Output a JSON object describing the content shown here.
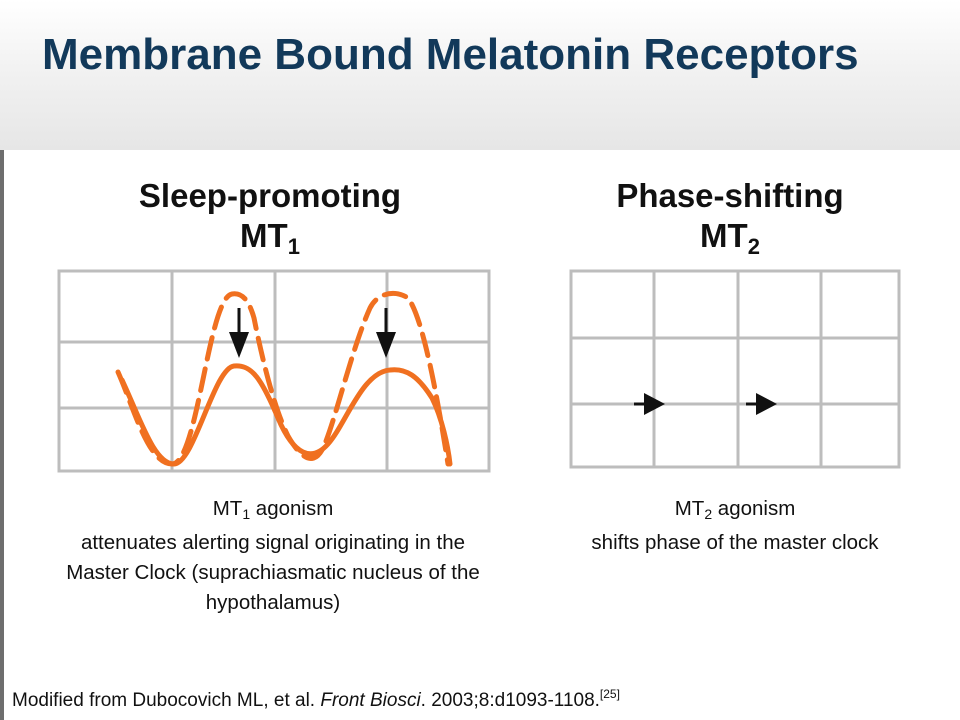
{
  "slide": {
    "title": "Membrane Bound Melatonin Receptors"
  },
  "panels": {
    "left": {
      "heading": "Sleep-promoting",
      "receptor": "MT",
      "receptor_sub": "1",
      "caption_agonism_prefix": "MT",
      "caption_agonism_sub": "1",
      "caption_agonism_suffix": " agonism",
      "caption_body": "attenuates alerting signal originating in the Master Clock (suprachiasmatic nucleus of the hypothalamus)"
    },
    "right": {
      "heading": "Phase-shifting",
      "receptor": "MT",
      "receptor_sub": "2",
      "caption_agonism_prefix": "MT",
      "caption_agonism_sub": "2",
      "caption_agonism_suffix": " agonism",
      "caption_body": "shifts phase of the master clock"
    }
  },
  "footer": {
    "prefix": "Modified from Dubocovich ML, et al. ",
    "journal": "Front Biosci",
    "details": ". 2003;8:d1093-1108.",
    "ref": "[25]"
  },
  "colors": {
    "title": "#12395a",
    "grid": "#bdbdbd",
    "curve": "#f07020",
    "arrow": "#111111"
  },
  "icons": {
    "suppression_arrow": "down-arrow-icon",
    "phase_shift_arrow": "right-arrow-icon"
  }
}
